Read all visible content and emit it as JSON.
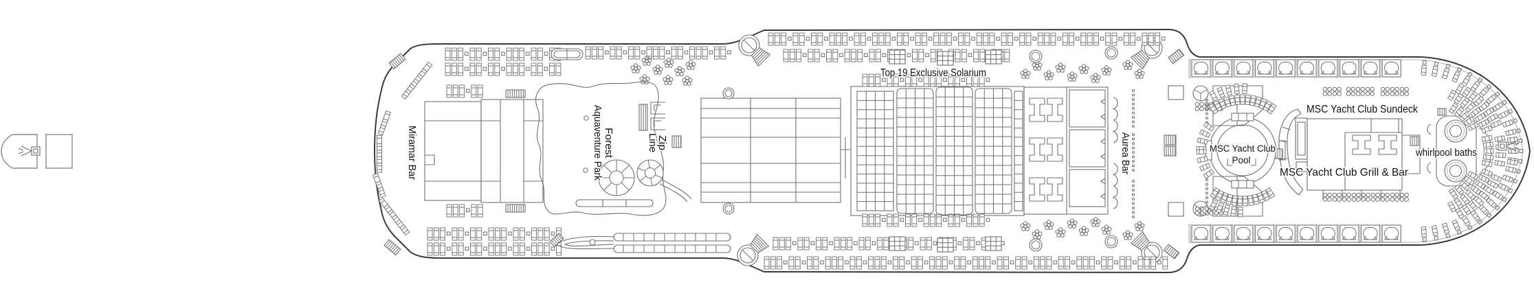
{
  "page": {
    "type": "cruise-ship-deck-plan",
    "background": "#ffffff"
  },
  "colors": {
    "hull_outline": "#3a3a3a",
    "detail_line": "#6f6f6f",
    "light_line": "#9b9b9b",
    "label_text": "#111111",
    "white": "#ffffff"
  },
  "deck_plan": {
    "venues": {
      "miramar_bar": "Miramar Bar",
      "forest_aquaventure_park_line1": "Forest",
      "forest_aquaventure_park_line2": "Aquaventure Park",
      "zip_line_word1": "Zip",
      "zip_line_word2": "Line",
      "top19_exclusive_solarium": "Top 19 Exclusive Solarium",
      "aurea_bar": "Aurea Bar",
      "msc_yacht_club_pool_line1": "MSC Yacht Club",
      "msc_yacht_club_pool_line2": "Pool",
      "msc_yacht_club_sundeck": "MSC Yacht Club Sundeck",
      "msc_yacht_club_grill_bar": "MSC Yacht Club Grill & Bar",
      "whirlpool_baths": "whirlpool baths"
    }
  },
  "legend": {
    "thumbnails": [
      {
        "name": "deck-thumbnail-stern",
        "icon": "zipline-trolley-icon"
      },
      {
        "name": "deck-thumbnail-plain",
        "icon": "none"
      }
    ]
  }
}
